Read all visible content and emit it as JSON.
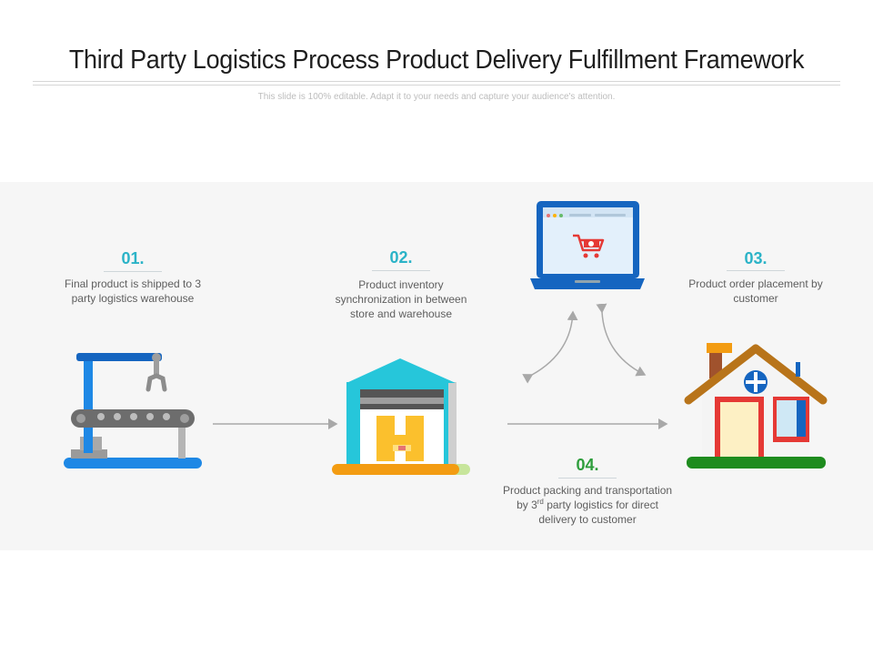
{
  "slide": {
    "title": "Third Party Logistics Process Product Delivery Fulfillment Framework",
    "subtitle": "This slide is 100% editable. Adapt it to your needs and capture your audience's attention."
  },
  "steps": [
    {
      "number": "01.",
      "text": "Final product is shipped to 3 party logistics warehouse",
      "icon": "factory-conveyor-icon"
    },
    {
      "number": "02.",
      "text": "Product inventory synchronization in between store and warehouse",
      "icon": "warehouse-icon"
    },
    {
      "number": "03.",
      "text": "Product order placement by customer",
      "icon": "laptop-cart-icon"
    },
    {
      "number": "04.",
      "text_before": "Product packing and transportation by 3",
      "text_sup": "rd",
      "text_after": " party logistics for direct delivery to customer",
      "icon": "house-icon"
    }
  ],
  "colors": {
    "accent_teal": "#2bb3c7",
    "accent_green": "#2e9e3c",
    "arrow": "#a8a8a8"
  }
}
